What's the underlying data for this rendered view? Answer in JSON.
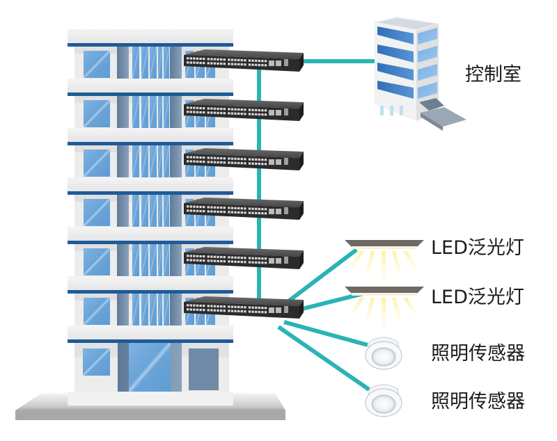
{
  "diagram": {
    "title": "",
    "colors": {
      "cable": "#2bb3b6",
      "building_trim": "#1f5a99",
      "glass": "#6fa8dc",
      "glass_dark": "#5b7c9c",
      "wall": "#eeeeee",
      "switch_body": "#3a3a3a",
      "light_glow": "#fff4b0"
    },
    "building": {
      "floors": 6,
      "switch_count": 6
    },
    "nodes": [
      {
        "id": "control-room",
        "label": "控制室",
        "icon": "office-building-icon"
      },
      {
        "id": "led-light-1",
        "label": "LED泛光灯",
        "icon": "led-flood-light-icon"
      },
      {
        "id": "led-light-2",
        "label": "LED泛光灯",
        "icon": "led-flood-light-icon"
      },
      {
        "id": "sensor-1",
        "label": "照明传感器",
        "icon": "lighting-sensor-icon"
      },
      {
        "id": "sensor-2",
        "label": "照明传感器",
        "icon": "lighting-sensor-icon"
      }
    ],
    "edges": [
      {
        "from": "switch-1",
        "to": "control-room"
      },
      {
        "from": "switch-1",
        "to": "switch-6",
        "note": "vertical backbone"
      },
      {
        "from": "switch-6",
        "to": "led-light-1"
      },
      {
        "from": "switch-6",
        "to": "led-light-2"
      },
      {
        "from": "switch-6",
        "to": "sensor-1"
      },
      {
        "from": "switch-6",
        "to": "sensor-2"
      }
    ]
  }
}
